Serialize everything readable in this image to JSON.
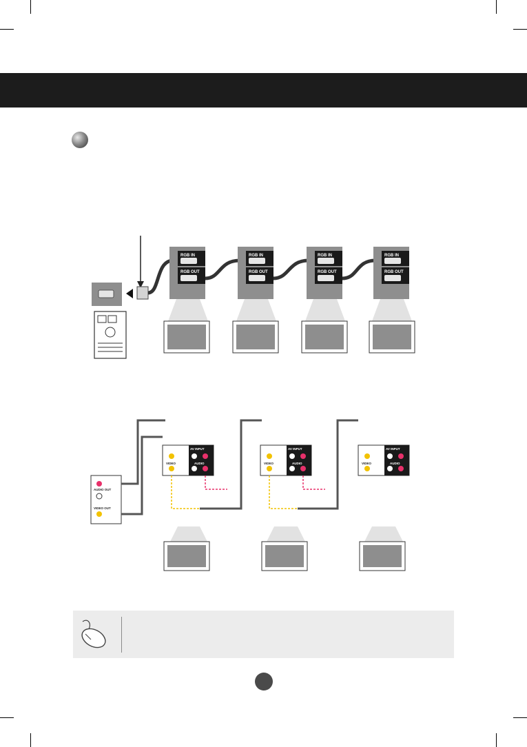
{
  "rgb_diagram": {
    "rgb_in_label": "RGB IN",
    "rgb_out_label": "RGB OUT"
  },
  "av_diagram": {
    "av_input_label": "AV INPUT",
    "video_label": "VIDEO",
    "audio_label": "AUDIO",
    "pc_audio_out_label": "AUDIO OUT",
    "pc_video_out_label": "VIDEO OUT"
  },
  "colors": {
    "header": "#1c1c1c",
    "panel": "#8e8e8e",
    "video_cable": "#f2c200",
    "audio_red": "#e8306a",
    "note_bg": "#ececec"
  },
  "icons": [
    "bullet-icon",
    "mouse-note-icon",
    "pc-tower-icon"
  ]
}
